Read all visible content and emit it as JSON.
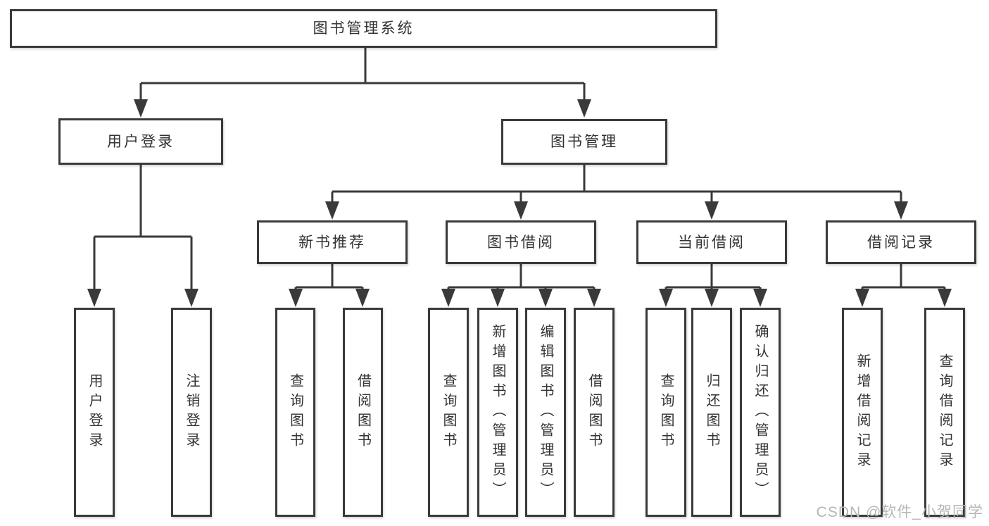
{
  "title": "图书管理系统",
  "tree": {
    "root": {
      "label": "图书管理系统"
    },
    "branches": [
      {
        "label": "用户登录",
        "children": [
          {
            "label": "用户登录"
          },
          {
            "label": "注销登录"
          }
        ]
      },
      {
        "label": "图书管理",
        "children": [
          {
            "label": "新书推荐",
            "children": [
              {
                "label": "查询图书"
              },
              {
                "label": "借阅图书"
              }
            ]
          },
          {
            "label": "图书借阅",
            "children": [
              {
                "label": "查询图书"
              },
              {
                "label": "新增图书（管理员）"
              },
              {
                "label": "编辑图书（管理员）"
              },
              {
                "label": "借阅图书"
              }
            ]
          },
          {
            "label": "当前借阅",
            "children": [
              {
                "label": "查询图书"
              },
              {
                "label": "归还图书"
              },
              {
                "label": "确认归还（管理员）"
              }
            ]
          },
          {
            "label": "借阅记录",
            "children": [
              {
                "label": "新增借阅记录"
              },
              {
                "label": "查询借阅记录"
              }
            ]
          }
        ]
      }
    ]
  },
  "watermark": {
    "text": "CSDN @软件_小贺同学",
    "color": "#b6b6b6"
  },
  "colors": {
    "line": "#3a3a3a",
    "box_border": "#3a3a3a",
    "text": "#333333",
    "background": "#ffffff"
  }
}
